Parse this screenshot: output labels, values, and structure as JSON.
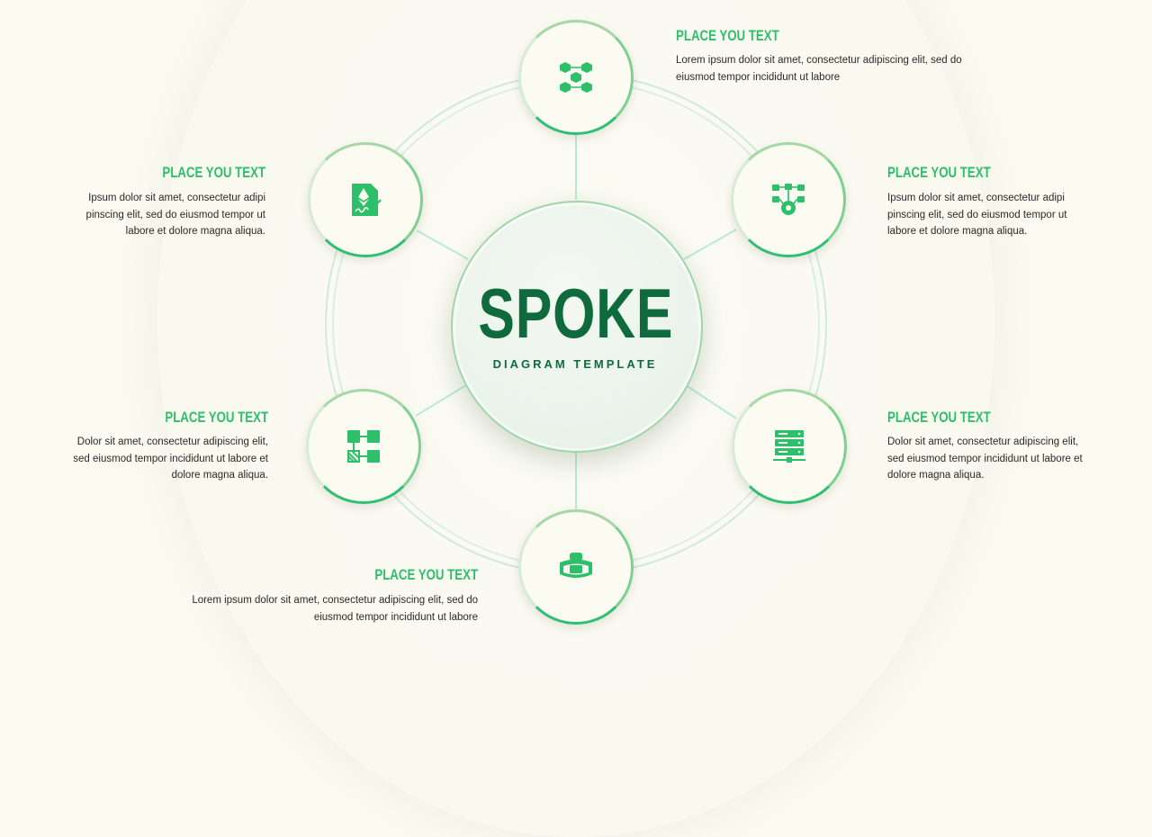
{
  "hub": {
    "title": "SPOKE",
    "subtitle": "DIAGRAM TEMPLATE"
  },
  "colors": {
    "accent": "#2ebf6a",
    "dark": "#0f6b3e",
    "background": "#fbfbf2",
    "spoke": "#b9ead3"
  },
  "spokes": [
    {
      "icon": "blocks-cube-icon",
      "heading": "PLACE YOU TEXT",
      "body": "Lorem ipsum dolor sit amet, consectetur adipiscing elit, sed do eiusmod tempor incididunt ut labore"
    },
    {
      "icon": "network-gear-icon",
      "heading": "PLACE YOU TEXT",
      "body": "Ipsum dolor sit amet, consectetur adipi pinscing elit, sed do eiusmod tempor ut labore et dolore magna aliqua."
    },
    {
      "icon": "server-rack-icon",
      "heading": "PLACE YOU TEXT",
      "body": "Dolor sit amet, consectetur adipiscing elit, sed eiusmod tempor incididunt ut labore et dolore magna aliqua."
    },
    {
      "icon": "hardware-wallet-icon",
      "heading": "PLACE YOU TEXT",
      "body": "Lorem ipsum dolor sit amet, consectetur adipiscing elit, sed do eiusmod tempor incididunt ut labore"
    },
    {
      "icon": "block-diagram-icon",
      "heading": "PLACE YOU TEXT",
      "body": "Dolor sit amet, consectetur adipiscing elit, sed eiusmod tempor incididunt ut labore et dolore magna aliqua."
    },
    {
      "icon": "ethereum-contract-icon",
      "heading": "PLACE YOU TEXT",
      "body": "Ipsum dolor sit amet, consectetur adipi pinscing elit, sed do eiusmod tempor ut labore et dolore magna aliqua."
    }
  ]
}
